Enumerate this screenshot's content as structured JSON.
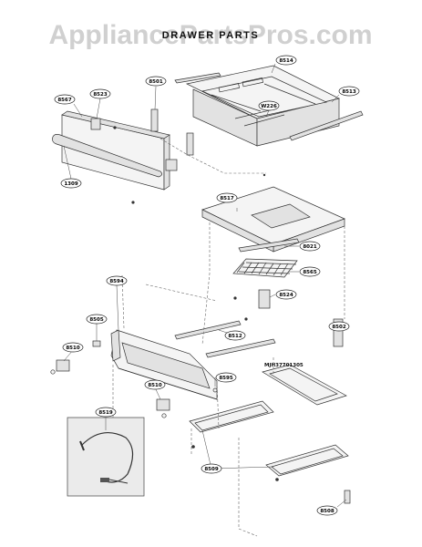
{
  "watermark": "AppliancePartsPros.com",
  "title": "DRAWER PARTS",
  "extra_label": "MJH37701305",
  "callouts": [
    {
      "id": "c-8567",
      "text": "8567"
    },
    {
      "id": "c-8523",
      "text": "8523"
    },
    {
      "id": "c-8501",
      "text": "8501"
    },
    {
      "id": "c-8514",
      "text": "8514"
    },
    {
      "id": "c-8513",
      "text": "8513"
    },
    {
      "id": "c-w226",
      "text": "W226"
    },
    {
      "id": "c-1309",
      "text": "1309"
    },
    {
      "id": "c-8517",
      "text": "8517"
    },
    {
      "id": "c-8021",
      "text": "8021"
    },
    {
      "id": "c-8565",
      "text": "8565"
    },
    {
      "id": "c-8594",
      "text": "8594"
    },
    {
      "id": "c-8524",
      "text": "8524"
    },
    {
      "id": "c-8505",
      "text": "8505"
    },
    {
      "id": "c-8502",
      "text": "8502"
    },
    {
      "id": "c-8512",
      "text": "8512"
    },
    {
      "id": "c-8510a",
      "text": "8510"
    },
    {
      "id": "c-8595",
      "text": "8595"
    },
    {
      "id": "c-8510b",
      "text": "8510"
    },
    {
      "id": "c-8519",
      "text": "8519"
    },
    {
      "id": "c-8509",
      "text": "8509"
    },
    {
      "id": "c-8508",
      "text": "8508"
    }
  ]
}
